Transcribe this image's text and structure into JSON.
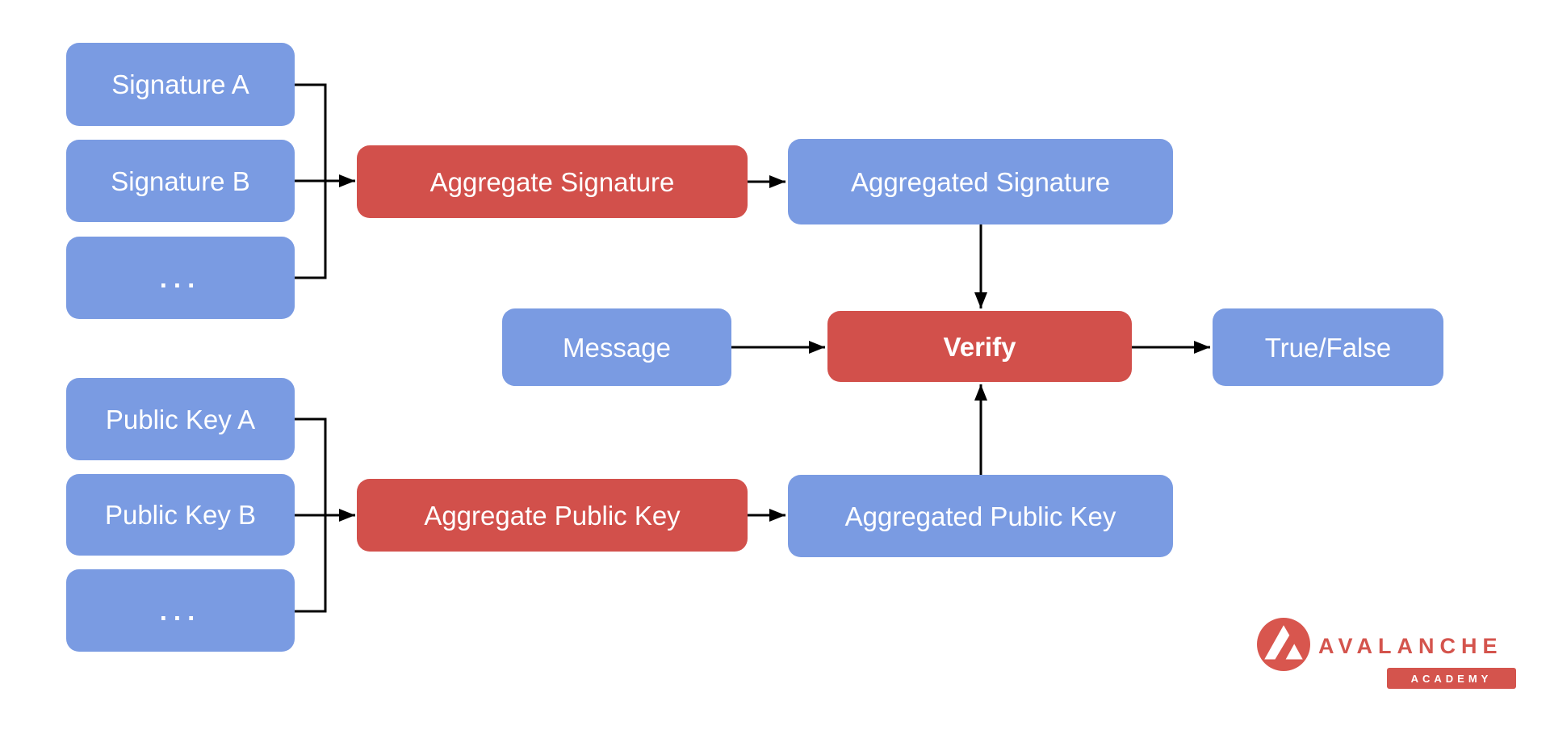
{
  "diagram": {
    "colors": {
      "node_blue": "#7A9BE2",
      "node_red": "#D2504B",
      "node_text": "#FFFFFF",
      "connector": "#000000",
      "background": "#FFFFFF"
    },
    "nodes": {
      "signature_a": {
        "label": "Signature A",
        "color": "blue"
      },
      "signature_b": {
        "label": "Signature B",
        "color": "blue"
      },
      "signature_more": {
        "label": "...",
        "color": "blue"
      },
      "aggregate_signature": {
        "label": "Aggregate Signature",
        "color": "red"
      },
      "aggregated_signature": {
        "label": "Aggregated Signature",
        "color": "blue"
      },
      "message": {
        "label": "Message",
        "color": "blue"
      },
      "verify": {
        "label": "Verify",
        "color": "red",
        "bold": true
      },
      "true_false": {
        "label": "True/False",
        "color": "blue"
      },
      "public_key_a": {
        "label": "Public Key A",
        "color": "blue"
      },
      "public_key_b": {
        "label": "Public Key B",
        "color": "blue"
      },
      "public_key_more": {
        "label": "...",
        "color": "blue"
      },
      "aggregate_public_key": {
        "label": "Aggregate Public Key",
        "color": "red"
      },
      "aggregated_public_key": {
        "label": "Aggregated Public Key",
        "color": "blue"
      }
    },
    "edges": [
      {
        "from": "signature_a",
        "to": "aggregate_signature"
      },
      {
        "from": "signature_b",
        "to": "aggregate_signature"
      },
      {
        "from": "signature_more",
        "to": "aggregate_signature"
      },
      {
        "from": "aggregate_signature",
        "to": "aggregated_signature"
      },
      {
        "from": "aggregated_signature",
        "to": "verify"
      },
      {
        "from": "message",
        "to": "verify"
      },
      {
        "from": "public_key_a",
        "to": "aggregate_public_key"
      },
      {
        "from": "public_key_b",
        "to": "aggregate_public_key"
      },
      {
        "from": "public_key_more",
        "to": "aggregate_public_key"
      },
      {
        "from": "aggregate_public_key",
        "to": "aggregated_public_key"
      },
      {
        "from": "aggregated_public_key",
        "to": "verify"
      },
      {
        "from": "verify",
        "to": "true_false"
      }
    ]
  },
  "logo": {
    "brand_text": "AVALANCHE",
    "badge_text": "ACADEMY",
    "brand_color": "#D4544D",
    "mark": "avalanche-triangle-in-circle"
  }
}
